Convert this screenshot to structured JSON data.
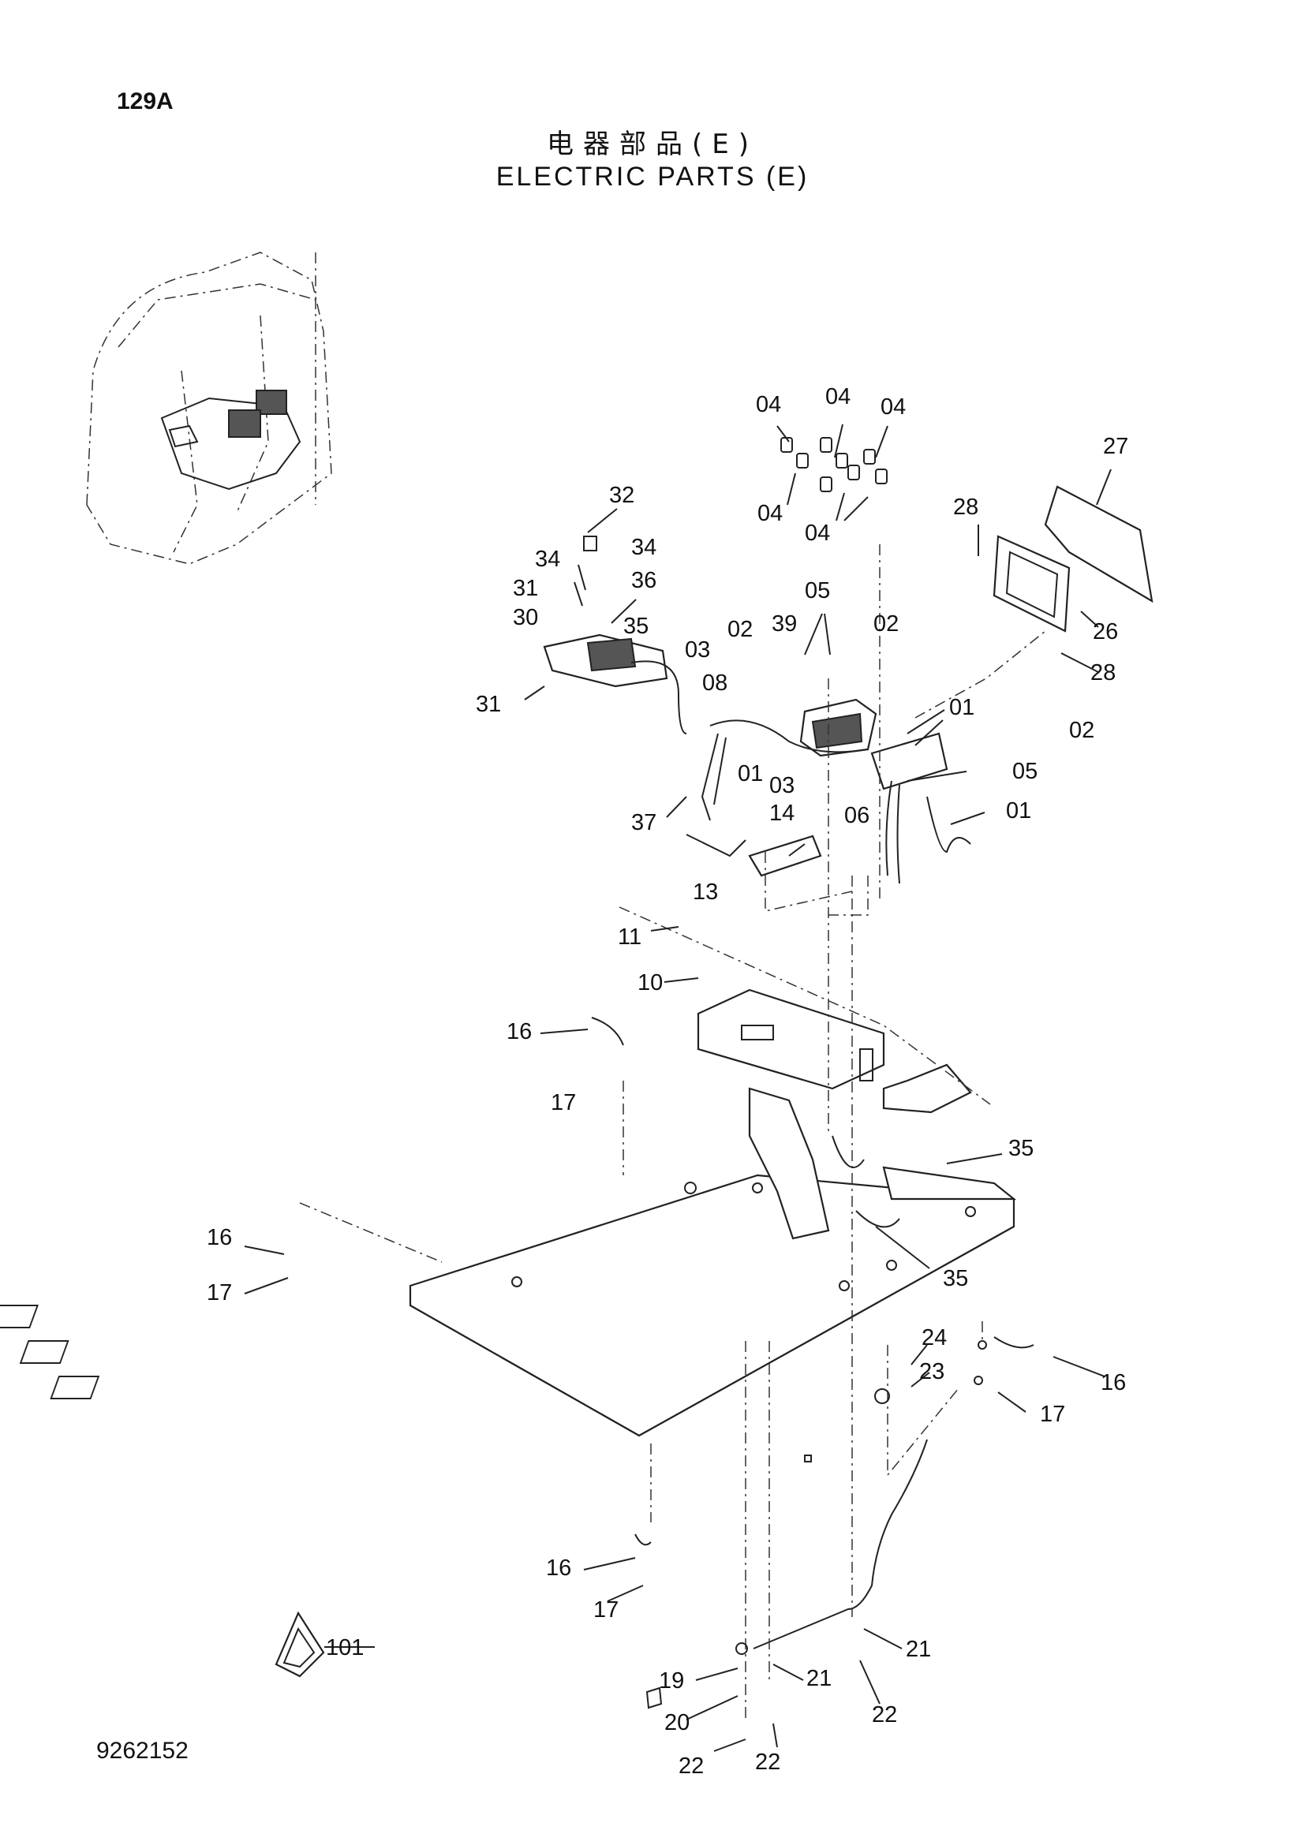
{
  "header": {
    "page_code": "129A",
    "title_cn": "电器部品(E)",
    "title_en": "ELECTRIC PARTS (E)"
  },
  "footer": {
    "doc_number": "9262152"
  },
  "callouts": [
    {
      "label": "04"
    },
    {
      "label": "04"
    },
    {
      "label": "04"
    },
    {
      "label": "04"
    },
    {
      "label": "04"
    },
    {
      "label": "27"
    },
    {
      "label": "28"
    },
    {
      "label": "32"
    },
    {
      "label": "34"
    },
    {
      "label": "34"
    },
    {
      "label": "36"
    },
    {
      "label": "31"
    },
    {
      "label": "30"
    },
    {
      "label": "35"
    },
    {
      "label": "05"
    },
    {
      "label": "02"
    },
    {
      "label": "39"
    },
    {
      "label": "02"
    },
    {
      "label": "26"
    },
    {
      "label": "03"
    },
    {
      "label": "28"
    },
    {
      "label": "31"
    },
    {
      "label": "08"
    },
    {
      "label": "01"
    },
    {
      "label": "02"
    },
    {
      "label": "01"
    },
    {
      "label": "03"
    },
    {
      "label": "05"
    },
    {
      "label": "37"
    },
    {
      "label": "06"
    },
    {
      "label": "01"
    },
    {
      "label": "14"
    },
    {
      "label": "13"
    },
    {
      "label": "11"
    },
    {
      "label": "10"
    },
    {
      "label": "16"
    },
    {
      "label": "17"
    },
    {
      "label": "35"
    },
    {
      "label": "16"
    },
    {
      "label": "17"
    },
    {
      "label": "35"
    },
    {
      "label": "24"
    },
    {
      "label": "23"
    },
    {
      "label": "16"
    },
    {
      "label": "17"
    },
    {
      "label": "16"
    },
    {
      "label": "17"
    },
    {
      "label": "101"
    },
    {
      "label": "21"
    },
    {
      "label": "19"
    },
    {
      "label": "21"
    },
    {
      "label": "20"
    },
    {
      "label": "22"
    },
    {
      "label": "22"
    },
    {
      "label": "22"
    }
  ]
}
